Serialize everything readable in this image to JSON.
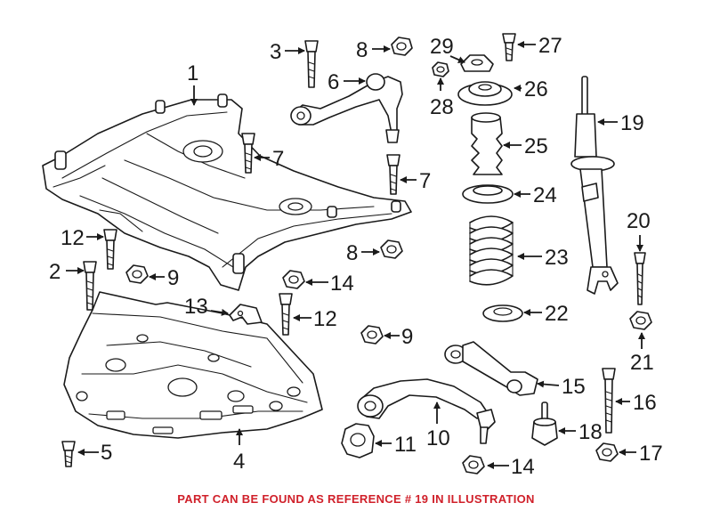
{
  "diagram": {
    "callouts": [
      {
        "id": "1",
        "label": "1"
      },
      {
        "id": "2",
        "label": "2"
      },
      {
        "id": "3",
        "label": "3"
      },
      {
        "id": "4",
        "label": "4"
      },
      {
        "id": "5",
        "label": "5"
      },
      {
        "id": "6",
        "label": "6"
      },
      {
        "id": "7a",
        "label": "7"
      },
      {
        "id": "7b",
        "label": "7"
      },
      {
        "id": "8a",
        "label": "8"
      },
      {
        "id": "8b",
        "label": "8"
      },
      {
        "id": "9a",
        "label": "9"
      },
      {
        "id": "9b",
        "label": "9"
      },
      {
        "id": "10",
        "label": "10"
      },
      {
        "id": "11",
        "label": "11"
      },
      {
        "id": "12a",
        "label": "12"
      },
      {
        "id": "12b",
        "label": "12"
      },
      {
        "id": "13",
        "label": "13"
      },
      {
        "id": "14a",
        "label": "14"
      },
      {
        "id": "14b",
        "label": "14"
      },
      {
        "id": "15",
        "label": "15"
      },
      {
        "id": "16",
        "label": "16"
      },
      {
        "id": "17",
        "label": "17"
      },
      {
        "id": "18",
        "label": "18"
      },
      {
        "id": "19",
        "label": "19"
      },
      {
        "id": "20",
        "label": "20"
      },
      {
        "id": "21",
        "label": "21"
      },
      {
        "id": "22",
        "label": "22"
      },
      {
        "id": "23",
        "label": "23"
      },
      {
        "id": "24",
        "label": "24"
      },
      {
        "id": "25",
        "label": "25"
      },
      {
        "id": "26",
        "label": "26"
      },
      {
        "id": "27",
        "label": "27"
      },
      {
        "id": "28",
        "label": "28"
      },
      {
        "id": "29",
        "label": "29"
      }
    ]
  },
  "footer": {
    "note": "PART CAN BE FOUND AS REFERENCE # 19 IN ILLUSTRATION",
    "note_color": "#d0202a"
  },
  "colors": {
    "line": "#1a1a1a",
    "background": "#ffffff"
  }
}
